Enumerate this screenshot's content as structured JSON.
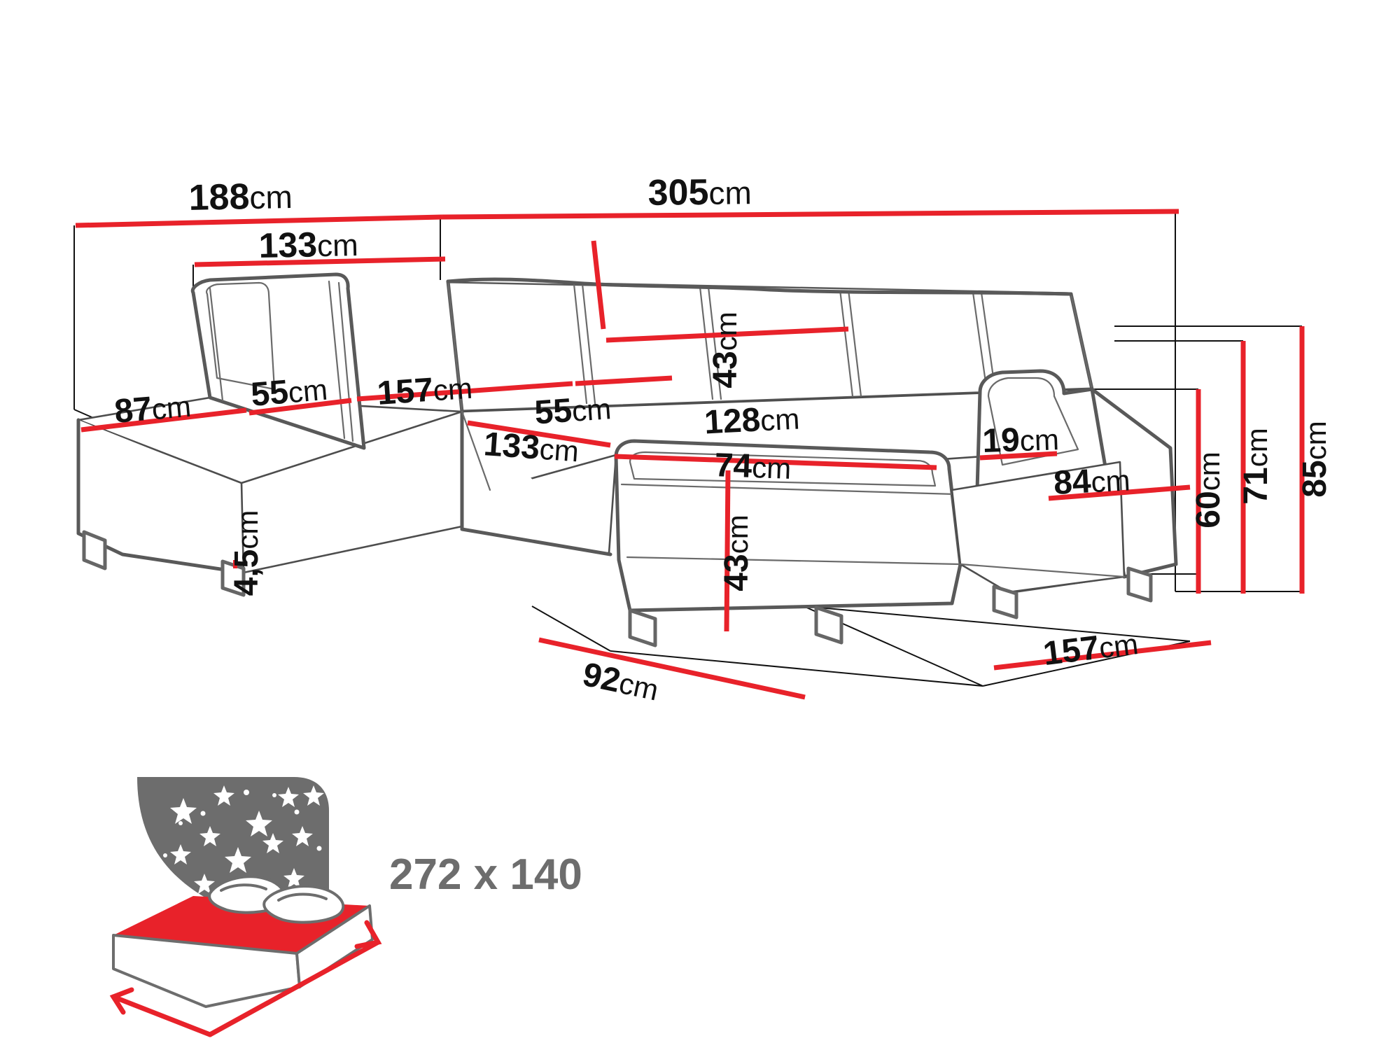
{
  "page": {
    "title": "Sectional sofa dimension diagram",
    "background_color": "#ffffff",
    "accent_color": "#e8222a",
    "outline_color": "#595959",
    "text_color": "#111111",
    "bed_icon_color": "#6d6d6d"
  },
  "unit": "cm",
  "dimensions": {
    "overall_left_depth": {
      "value": "188",
      "unit": "cm",
      "orientation": "horizontal"
    },
    "overall_width": {
      "value": "305",
      "unit": "cm",
      "orientation": "horizontal"
    },
    "left_chaise_depth": {
      "value": "133",
      "unit": "cm",
      "orientation": "horizontal"
    },
    "left_chaise_seat_depth": {
      "value": "87",
      "unit": "cm",
      "orientation": "horizontal"
    },
    "seat_module_a": {
      "value": "55",
      "unit": "cm",
      "orientation": "horizontal"
    },
    "main_seat_width": {
      "value": "157",
      "unit": "cm",
      "orientation": "horizontal"
    },
    "seat_module_b": {
      "value": "55",
      "unit": "cm",
      "orientation": "horizontal"
    },
    "backrest_height": {
      "value": "43",
      "unit": "cm",
      "orientation": "vertical"
    },
    "right_seat_width": {
      "value": "128",
      "unit": "cm",
      "orientation": "horizontal"
    },
    "corner_seat_depth": {
      "value": "133",
      "unit": "cm",
      "orientation": "horizontal"
    },
    "ottoman_width": {
      "value": "74",
      "unit": "cm",
      "orientation": "horizontal"
    },
    "ottoman_height": {
      "value": "43",
      "unit": "cm",
      "orientation": "vertical"
    },
    "armrest_width": {
      "value": "19",
      "unit": "cm",
      "orientation": "horizontal"
    },
    "right_chaise_seat": {
      "value": "84",
      "unit": "cm",
      "orientation": "horizontal"
    },
    "ground_clearance": {
      "value": "4,5",
      "unit": "cm",
      "orientation": "vertical"
    },
    "seat_height": {
      "value": "60",
      "unit": "cm",
      "orientation": "vertical"
    },
    "armrest_height": {
      "value": "71",
      "unit": "cm",
      "orientation": "vertical"
    },
    "total_height": {
      "value": "85",
      "unit": "cm",
      "orientation": "vertical"
    },
    "ottoman_depth": {
      "value": "92",
      "unit": "cm",
      "orientation": "horizontal"
    },
    "right_chaise_depth": {
      "value": "157",
      "unit": "cm",
      "orientation": "horizontal"
    }
  },
  "sleeping_area": {
    "icon": "bed-with-stars-icon",
    "size_label": "272 x 140"
  }
}
